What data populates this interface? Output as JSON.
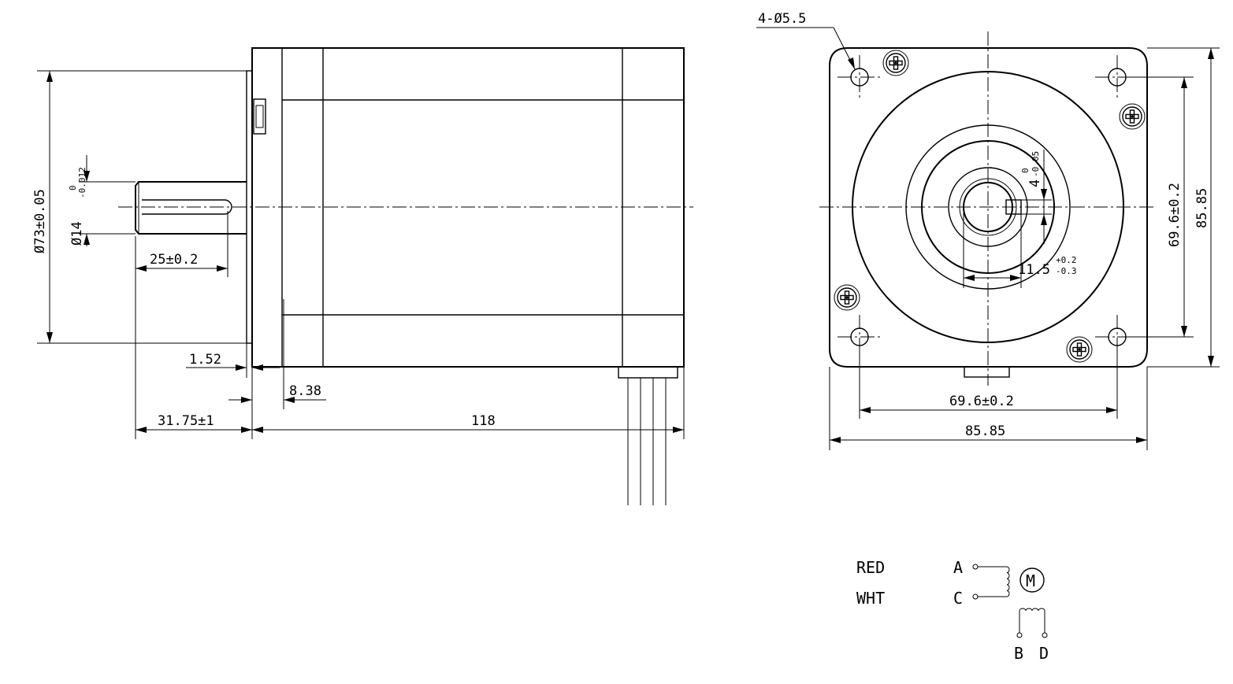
{
  "side_view": {
    "dim_flange_diameter": "Ø73±0.05",
    "dim_shaft_diameter_main": "Ø14",
    "dim_shaft_tol_upper": "0",
    "dim_shaft_tol_lower": "-0.012",
    "dim_shaft_length": "25±0.2",
    "dim_flange_thickness": "1.52",
    "dim_boss_offset": "8.38",
    "dim_shaft_extension": "31.75±1",
    "dim_body_length": "118"
  },
  "front_view": {
    "dim_mounting_holes": "4-Ø5.5",
    "dim_key_width_main": "4",
    "dim_key_tol_upper": "0",
    "dim_key_tol_lower": "-0.05",
    "dim_key_depth_main": "11.5",
    "dim_key_depth_tol_upper": "+0.2",
    "dim_key_depth_tol_lower": "-0.3",
    "dim_hole_spacing_vertical": "69.6±0.2",
    "dim_height": "85.85",
    "dim_hole_spacing_horizontal": "69.6±0.2",
    "dim_width": "85.85"
  },
  "wiring": {
    "colors": [
      "RED",
      "WHT"
    ],
    "terminal_a": "A",
    "terminal_c": "C",
    "terminal_b": "B",
    "terminal_d": "D",
    "motor_symbol": "M"
  }
}
